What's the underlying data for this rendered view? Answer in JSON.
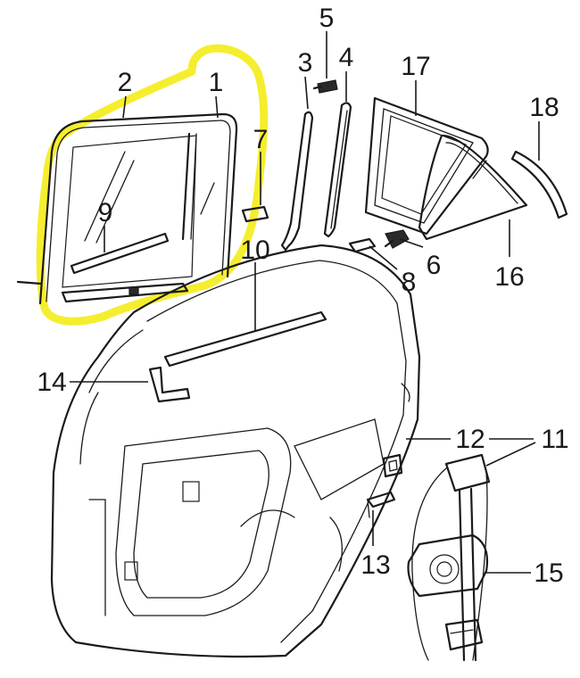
{
  "diagram": {
    "highlight_color": "#f5ee2e",
    "line_color": "#1a1a1a",
    "callouts": [
      {
        "id": "1",
        "label": "1"
      },
      {
        "id": "2",
        "label": "2"
      },
      {
        "id": "3",
        "label": "3"
      },
      {
        "id": "4",
        "label": "4"
      },
      {
        "id": "5",
        "label": "5"
      },
      {
        "id": "6",
        "label": "6"
      },
      {
        "id": "7",
        "label": "7"
      },
      {
        "id": "8",
        "label": "8"
      },
      {
        "id": "9",
        "label": "9"
      },
      {
        "id": "10",
        "label": "10"
      },
      {
        "id": "11",
        "label": "11"
      },
      {
        "id": "12",
        "label": "12"
      },
      {
        "id": "13",
        "label": "13"
      },
      {
        "id": "14",
        "label": "14"
      },
      {
        "id": "15",
        "label": "15"
      },
      {
        "id": "16",
        "label": "16"
      },
      {
        "id": "17",
        "label": "17"
      },
      {
        "id": "18",
        "label": "18"
      }
    ]
  }
}
